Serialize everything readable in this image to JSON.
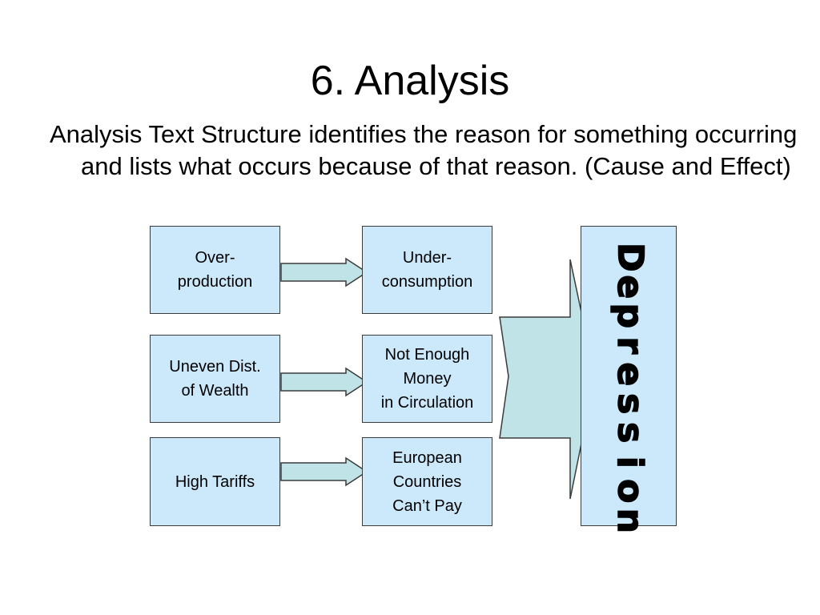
{
  "slide": {
    "title": "6. Analysis",
    "body": "Analysis Text Structure identifies the reason for something occurring and lists what occurs because of that reason.  (Cause and Effect)"
  },
  "diagram": {
    "rows": [
      {
        "cause": "Over-\nproduction",
        "effect": "Under-\nconsumption"
      },
      {
        "cause": "Uneven Dist.\nof Wealth",
        "effect": "Not Enough\nMoney\nin Circulation"
      },
      {
        "cause": "High Tariffs",
        "effect": "European\nCountries\nCan’t Pay"
      }
    ],
    "result": "Depression"
  },
  "colors": {
    "box_fill": "#cce9fb",
    "arrow_fill": "#bfe3e6",
    "stroke": "#3b3b3b"
  }
}
